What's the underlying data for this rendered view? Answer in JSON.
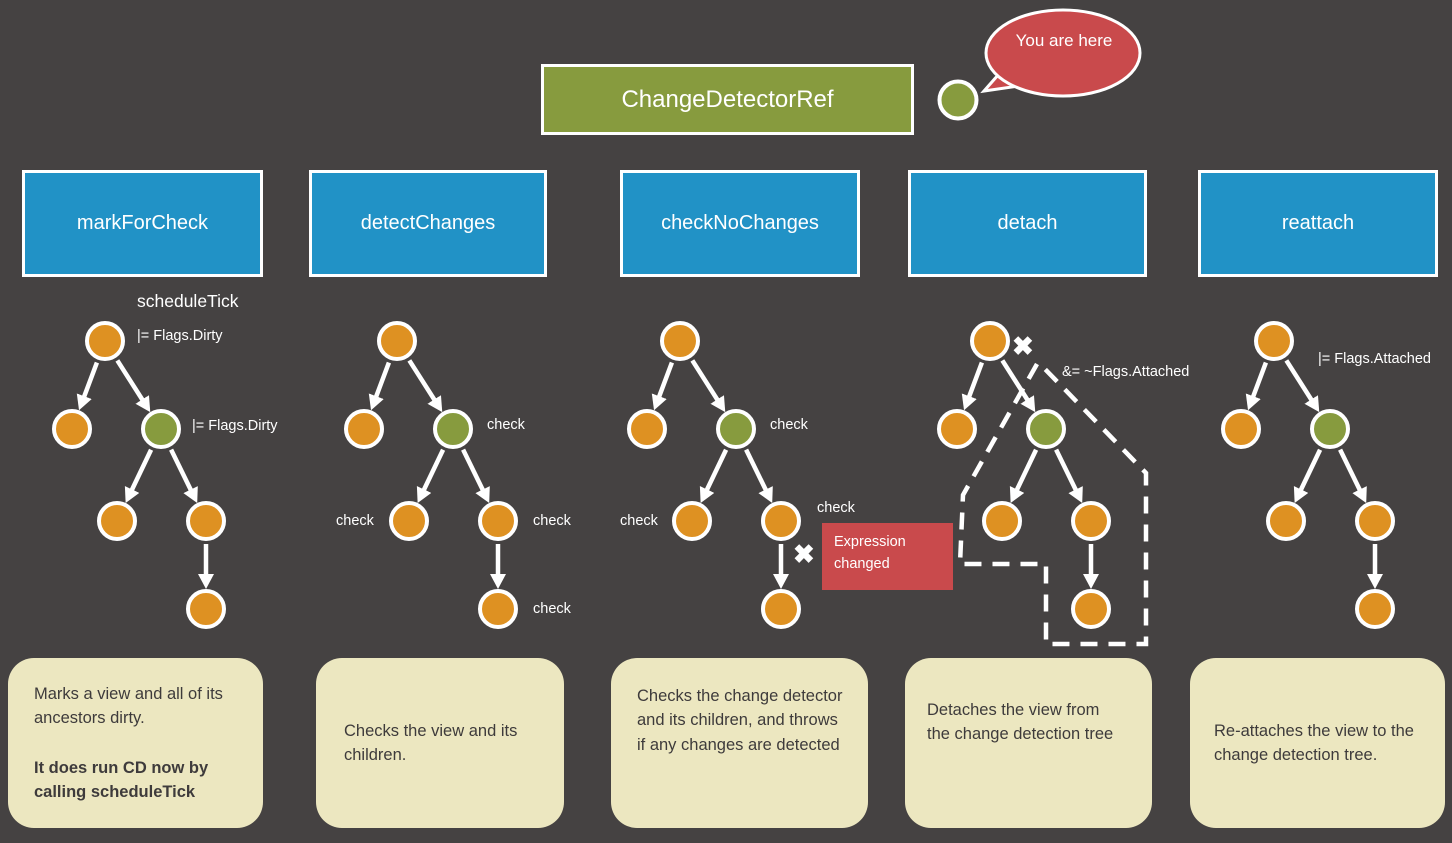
{
  "colors": {
    "background": "#454242",
    "blue": "#2192c6",
    "green": "#879b3e",
    "orange": "#de9122",
    "red": "#c94a4c",
    "cream": "#ece7c0"
  },
  "header": {
    "title": "ChangeDetectorRef",
    "bubble_label": "You are here"
  },
  "icons": {
    "blocked": "✖"
  },
  "methods": [
    {
      "name": "markForCheck",
      "labels": {
        "schedule_tick": "scheduleTick",
        "root_flag": "|= Flags.Dirty",
        "green_flag": "|= Flags.Dirty"
      },
      "description": "Marks a view and all of its ancestors dirty.",
      "description_bold": "It does run CD now by calling scheduleTick"
    },
    {
      "name": "detectChanges",
      "labels": {
        "green": "check",
        "left_child": "check",
        "right_child": "check",
        "bottom": "check"
      },
      "description": "Checks the view and its children."
    },
    {
      "name": "checkNoChanges",
      "labels": {
        "green": "check",
        "left_child": "check",
        "right_child": "check"
      },
      "error_badge": "Expression changed",
      "description": "Checks the change detector and its children, and throws if any changes are detected"
    },
    {
      "name": "detach",
      "labels": {
        "flag": "&= ~Flags.Attached"
      },
      "description": "Detaches the view from the change detection tree"
    },
    {
      "name": "reattach",
      "labels": {
        "flag": "|= Flags.Attached"
      },
      "description": "Re-attaches the view to the change detection tree."
    }
  ]
}
